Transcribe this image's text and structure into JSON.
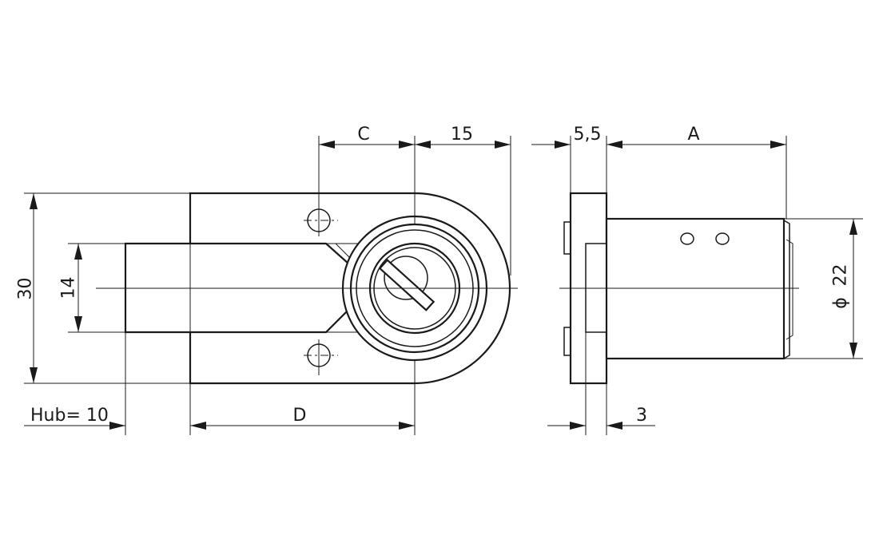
{
  "drawing": {
    "colors": {
      "line": "#1a1a1a",
      "background": "#ffffff"
    },
    "dimensions": {
      "overall_height": "30",
      "bolt_height": "14",
      "stroke": "Hub= 10",
      "dim_c": "C",
      "dim_15": "15",
      "dim_d": "D",
      "flange_thickness": "5,5",
      "dim_a": "A",
      "plate_thickness": "3",
      "diameter_symbol": "ϕ",
      "diameter_value": "22"
    }
  }
}
